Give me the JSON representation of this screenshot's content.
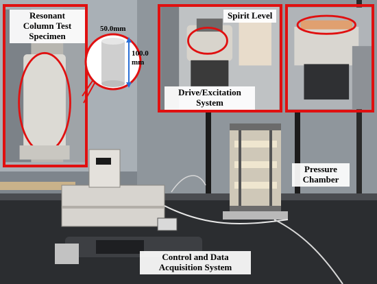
{
  "labels": {
    "specimen": "Resonant\nColumn Test\nSpecimen",
    "diameter": "50.0mm",
    "height": "100.0\nmm",
    "spirit_level": "Spirit Level",
    "drive": "Drive/Excitation\nSystem",
    "pressure": "Pressure\nChamber",
    "control": "Control and Data\nAcquisition System"
  },
  "colors": {
    "inset_border": "#e01010",
    "dimension_arrow": "#2a6fd6"
  }
}
